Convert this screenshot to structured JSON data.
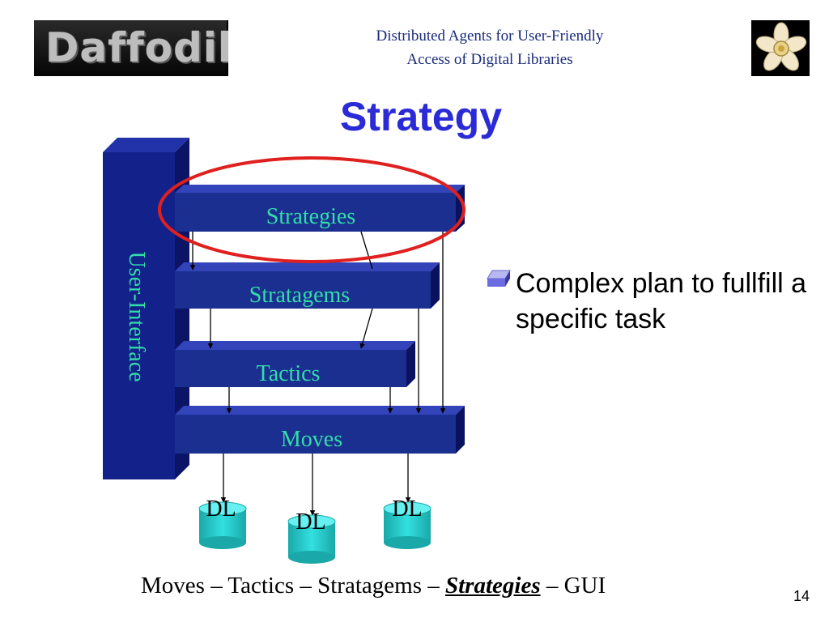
{
  "header": {
    "logo": "Daffodil",
    "tagline_line1": "Distributed Agents for User-Friendly",
    "tagline_line2": "Access of Digital Libraries",
    "flower_icon": "daffodil-flower-icon"
  },
  "title": "Strategy",
  "diagram": {
    "sidebar_label": "User-Interface",
    "layers": {
      "strategies": "Strategies",
      "stratagems": "Stratagems",
      "tactics": "Tactics",
      "moves": "Moves"
    },
    "dl_labels": [
      "DL",
      "DL",
      "DL"
    ],
    "highlight_color": "#e0201e",
    "layer_color": "#1a2f8f",
    "label_color": "#33ddaa",
    "cylinder_color": "#22cccc"
  },
  "bullet": {
    "icon": "bullet-cube-icon",
    "text": "Complex plan to fullfill a specific task"
  },
  "footer": {
    "prefix": "Moves – Tactics – Stratagems – ",
    "emphasis": "Strategies",
    "suffix": " – GUI"
  },
  "page_number": "14"
}
